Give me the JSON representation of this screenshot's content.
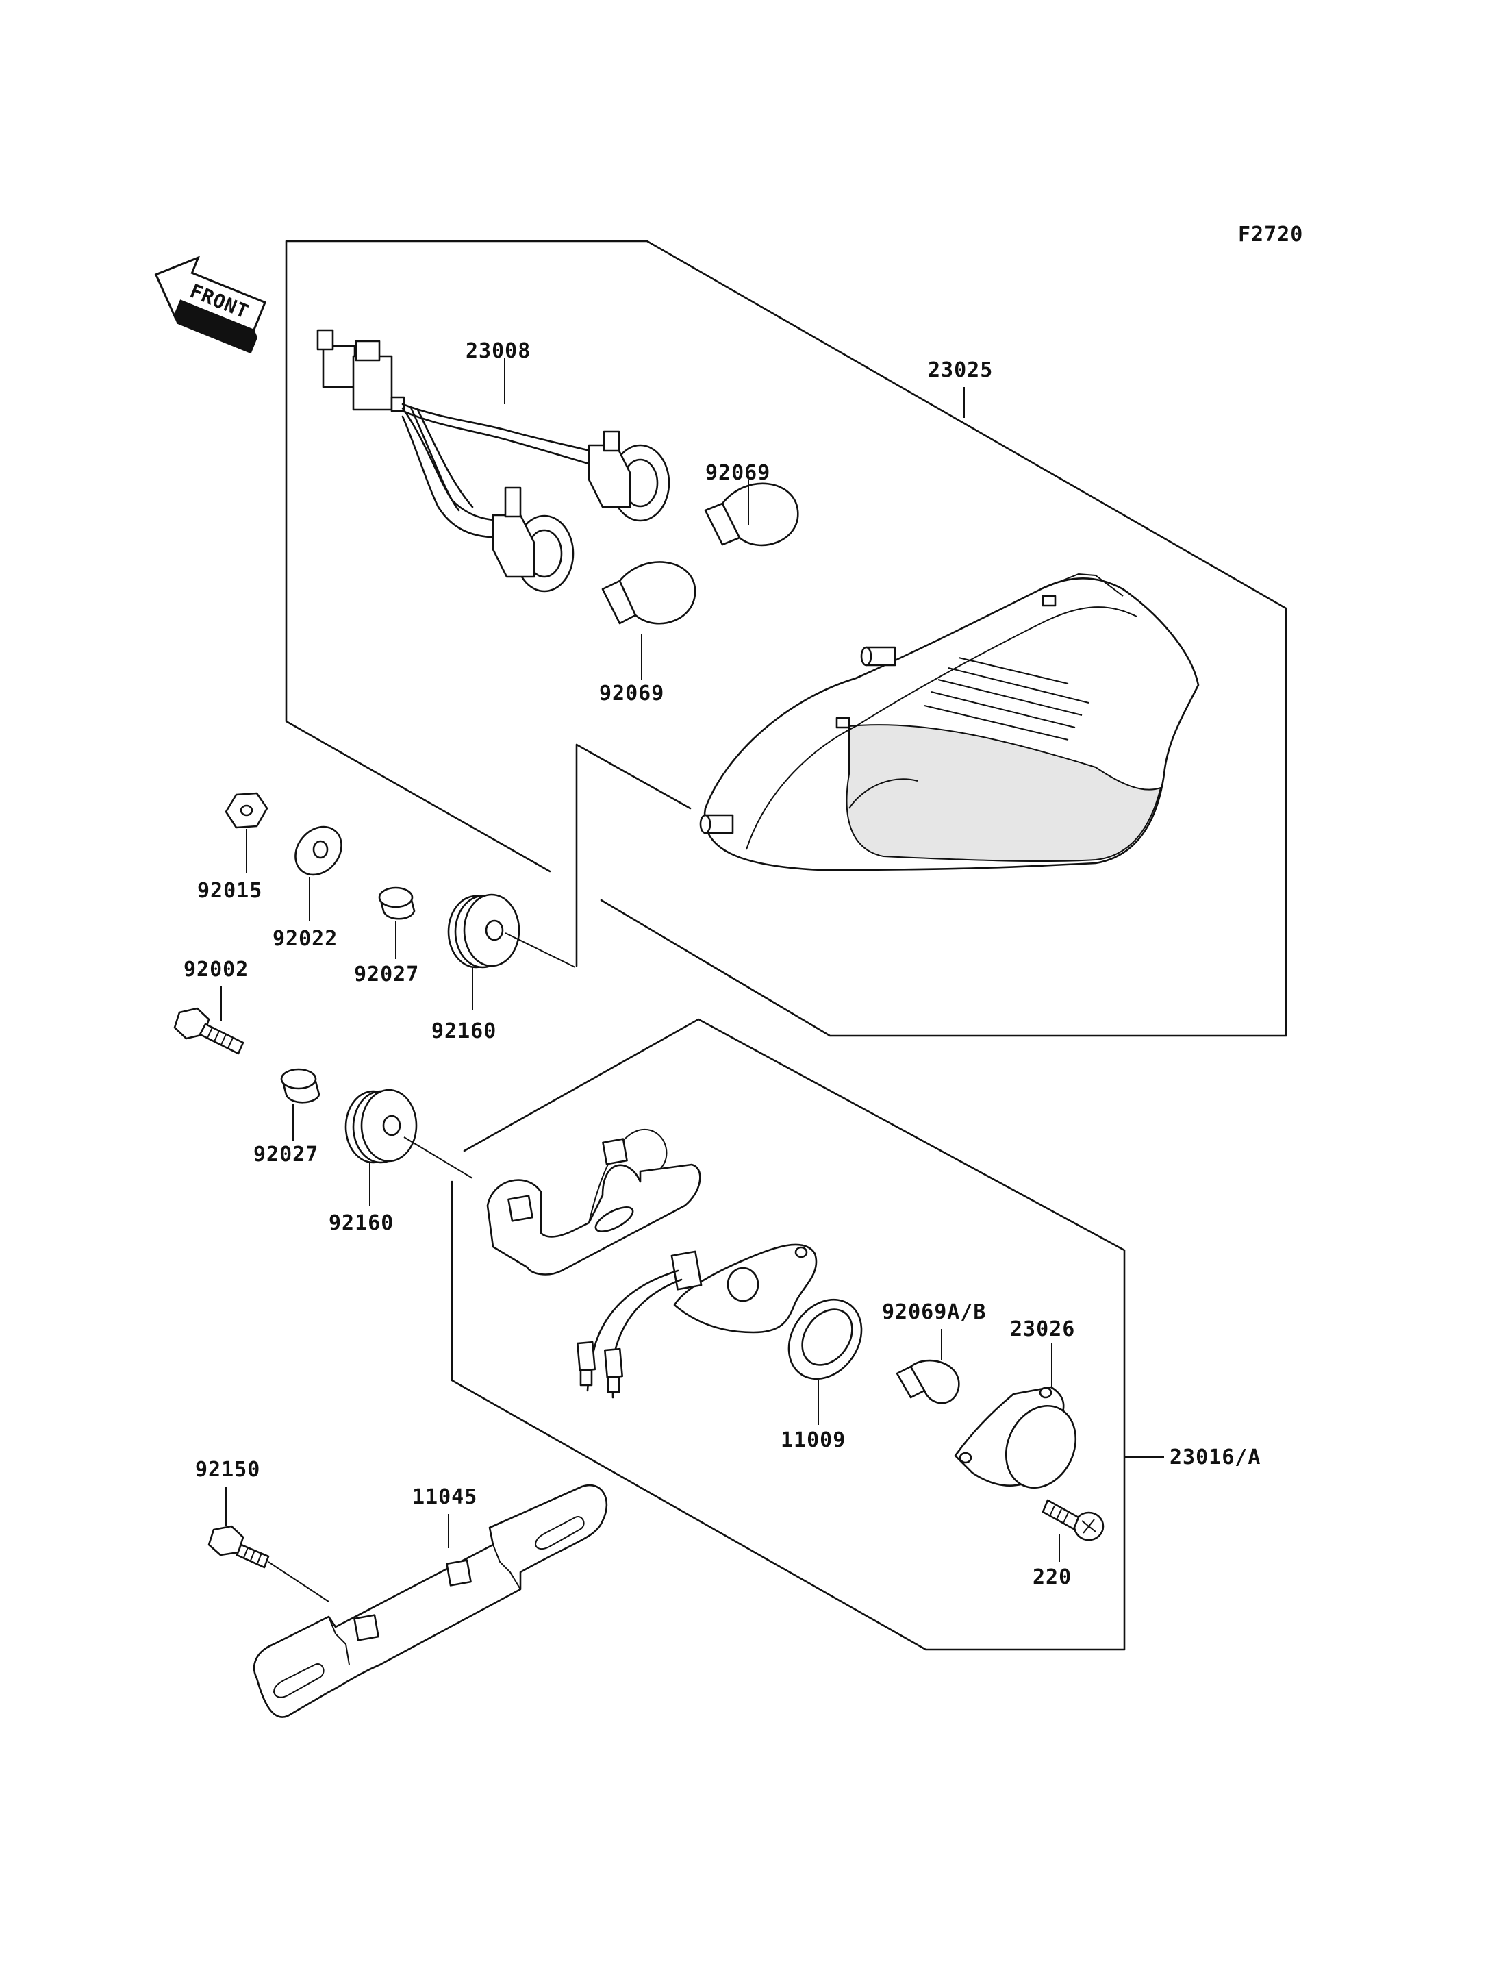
{
  "figure_code": "F2720",
  "front_label": "FRONT",
  "parts": {
    "p23008": "23008",
    "p23025": "23025",
    "p92069_upper": "92069",
    "p92069_lower": "92069",
    "p92015": "92015",
    "p92022": "92022",
    "p92027_upper": "92027",
    "p92160_upper": "92160",
    "p92002": "92002",
    "p92027_lower": "92027",
    "p92160_lower": "92160",
    "p92069ab": "92069A/B",
    "p23026": "23026",
    "p11009": "11009",
    "p23016a": "23016/A",
    "p92150": "92150",
    "p11045": "11045",
    "p220": "220"
  }
}
